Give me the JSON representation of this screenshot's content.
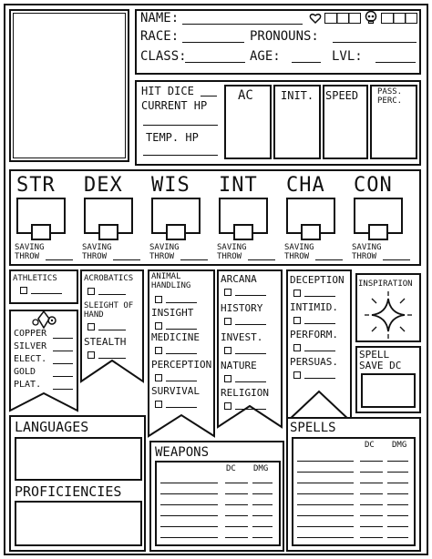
{
  "header": {
    "name_label": "NAME:",
    "race_label": "RACE:",
    "pronouns_label": "PRONOUNS:",
    "class_label": "CLASS:",
    "age_label": "AGE:",
    "lvl_label": "LVL:"
  },
  "vitals": {
    "hitdice_label": "HIT DICE",
    "current_hp_label": "CURRENT HP",
    "temp_hp_label": "TEMP. HP",
    "ac_label": "AC",
    "init_label": "INIT.",
    "speed_label": "SPEED",
    "pass_label": "PASS.",
    "perc_label": "PERC."
  },
  "abilities": [
    {
      "label": "STR",
      "saving": "SAVING",
      "throw": "THROW"
    },
    {
      "label": "DEX",
      "saving": "SAVING",
      "throw": "THROW"
    },
    {
      "label": "WIS",
      "saving": "SAVING",
      "throw": "THROW"
    },
    {
      "label": "INT",
      "saving": "SAVING",
      "throw": "THROW"
    },
    {
      "label": "CHA",
      "saving": "SAVING",
      "throw": "THROW"
    },
    {
      "label": "CON",
      "saving": "SAVING",
      "throw": "THROW"
    }
  ],
  "skills": {
    "athletics": "ATHLETICS",
    "acrobatics": "ACROBATICS",
    "sleight_1": "SLEIGHT OF",
    "sleight_2": "HAND",
    "stealth": "STEALTH",
    "animal_1": "ANIMAL",
    "animal_2": "HANDLING",
    "insight": "INSIGHT",
    "medicine": "MEDICINE",
    "perception": "PERCEPTION",
    "survival": "SURVIVAL",
    "arcana": "ARCANA",
    "history": "HISTORY",
    "invest": "INVEST.",
    "nature": "NATURE",
    "religion": "RELIGION",
    "deception": "DECEPTION",
    "intimid": "INTIMID.",
    "perform": "PERFORM.",
    "persuas": "PERSUAS."
  },
  "coins": [
    "COPPER",
    "SILVER",
    "ELECT.",
    "GOLD",
    "PLAT."
  ],
  "inspiration_label": "INSPIRATION",
  "spell_save_1": "SPELL",
  "spell_save_2": "SAVE DC",
  "languages_label": "LANGUAGES",
  "proficiencies_label": "PROFICIENCIES",
  "weapons": {
    "title": "WEAPONS",
    "col1": "DC",
    "col2": "DMG"
  },
  "spells": {
    "title": "SPELLS",
    "col1": "DC",
    "col2": "DMG"
  }
}
